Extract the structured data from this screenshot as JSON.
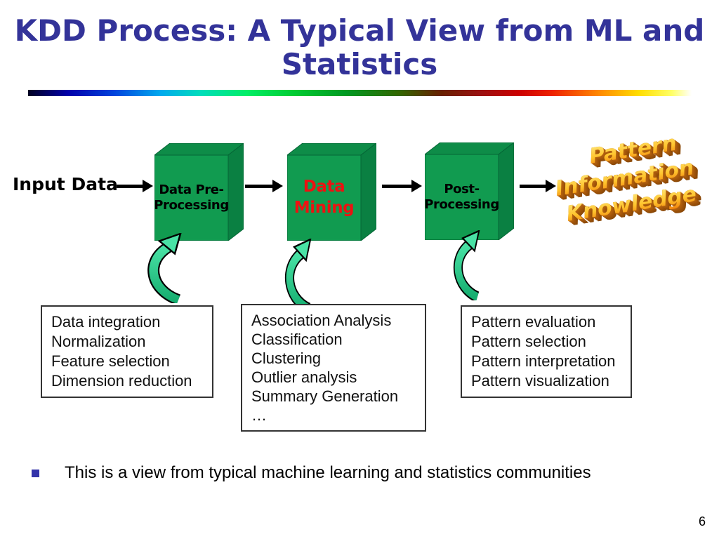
{
  "slide": {
    "title_line1": "KDD Process: A Typical View from ML and",
    "title_line2": "Statistics",
    "bullet_text": "This is a view from typical machine learning and statistics communities",
    "page_number": "6"
  },
  "flow": {
    "input_label": "Input Data",
    "steps": [
      {
        "line1": "Data Pre-",
        "line2": "Processing"
      },
      {
        "line1": "Data",
        "line2": "Mining"
      },
      {
        "line1": "Post-",
        "line2": "Processing"
      }
    ],
    "output_words": [
      "Pattern",
      "Information",
      "Knowledge"
    ]
  },
  "lists": {
    "preprocessing": [
      "Data integration",
      "Normalization",
      "Feature selection",
      "Dimension reduction"
    ],
    "mining": [
      "Association Analysis",
      "Classification",
      "Clustering",
      "Outlier analysis",
      "Summary Generation",
      "…"
    ],
    "postprocessing": [
      "Pattern evaluation",
      "Pattern selection",
      "Pattern interpretation",
      "Pattern visualization"
    ]
  },
  "colors": {
    "title": "#333399",
    "text": "#111111",
    "box-front": "#119b50",
    "box-top": "#0e8c48",
    "box-side": "#0a8042",
    "box-edge": "#056636",
    "mining-text": "#ee1111",
    "arrow-green-light": "#49e2a5",
    "arrow-green-dark": "#16ae70",
    "wordart-gold": "#ffc52e",
    "wordart-depth": "#b3620f",
    "bullet": "#3333aa"
  }
}
